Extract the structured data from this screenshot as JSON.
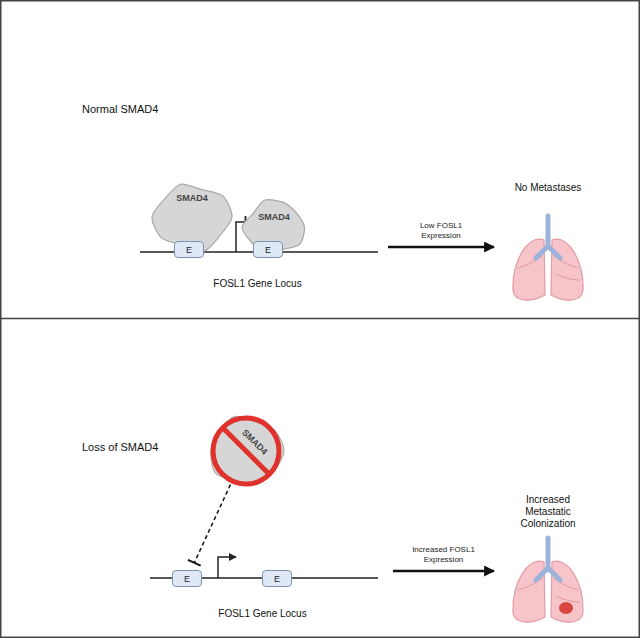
{
  "diagram": {
    "nodes": [
      {
        "text": [
          "Normal SMAD4"
        ]
      },
      {
        "text": [
          "SMAD4"
        ],
        "in": 0
      },
      {
        "text": [
          "SMAD4"
        ],
        "in": 0
      },
      {
        "text": [
          "FOSL1 Gene Locus"
        ],
        "in": 0
      },
      {
        "text": [
          "E"
        ],
        "in": 3
      },
      {
        "text": [
          "E"
        ],
        "in": 3
      },
      {
        "text": [
          "No Metastases"
        ],
        "in": 0
      },
      {
        "text": [
          "Loss of SMAD4"
        ]
      },
      {
        "text": [
          "SMAD4"
        ],
        "in": 7
      },
      {
        "text": [
          "FOSL1 Gene Locus"
        ],
        "in": 7
      },
      {
        "text": [
          "E"
        ],
        "in": 9
      },
      {
        "text": [
          "E"
        ],
        "in": 9
      },
      {
        "text": [
          "Increased Metastatic Colonization"
        ],
        "in": 7
      }
    ],
    "edges": [
      {
        "from": 3,
        "to": 6,
        "label": "Low FOSL1 Expression",
        "arrow": "to"
      },
      {
        "from": 8,
        "to": 10,
        "arrow": "to"
      },
      {
        "from": 9,
        "to": 12,
        "label": "Increased FOSL1 Expression",
        "arrow": "to"
      }
    ]
  }
}
